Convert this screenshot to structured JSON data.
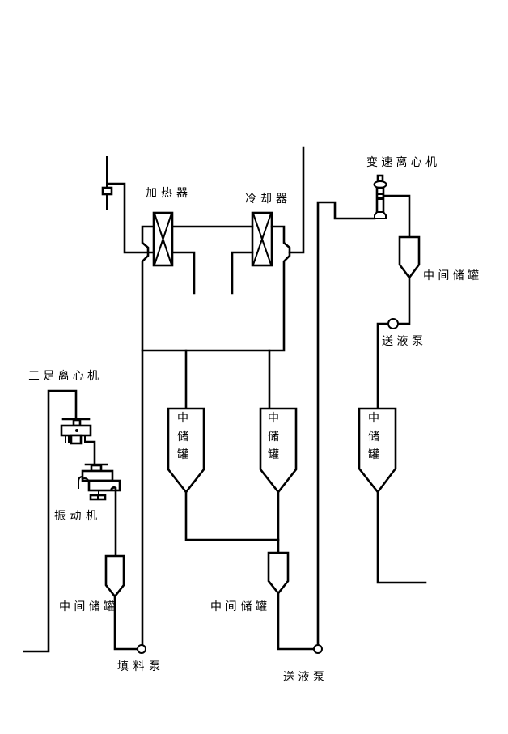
{
  "diagram": {
    "heater": {
      "label": "加热器"
    },
    "cooler": {
      "label": "冷却器"
    },
    "variable_speed_centrifuge": {
      "label": "变速离心机"
    },
    "three_leg_centrifuge": {
      "label": "三足离心机"
    },
    "vibrating_machine": {
      "label": "振动机"
    },
    "intermediate_tanks": {
      "left": {
        "label": "中间储罐"
      },
      "center": {
        "label": "中间储罐"
      },
      "right": {
        "label": "中间储罐"
      }
    },
    "storage_tanks": {
      "left": {
        "chars": [
          "中",
          "储",
          "罐"
        ]
      },
      "middle": {
        "chars": [
          "中",
          "储",
          "罐"
        ]
      },
      "right": {
        "chars": [
          "中",
          "储",
          "罐"
        ]
      }
    },
    "pumps": {
      "filling_pump": {
        "label": "填料泵"
      },
      "transfer_pump_bottom": {
        "label": "送液泵"
      },
      "transfer_pump_right": {
        "label": "送液泵"
      }
    }
  }
}
